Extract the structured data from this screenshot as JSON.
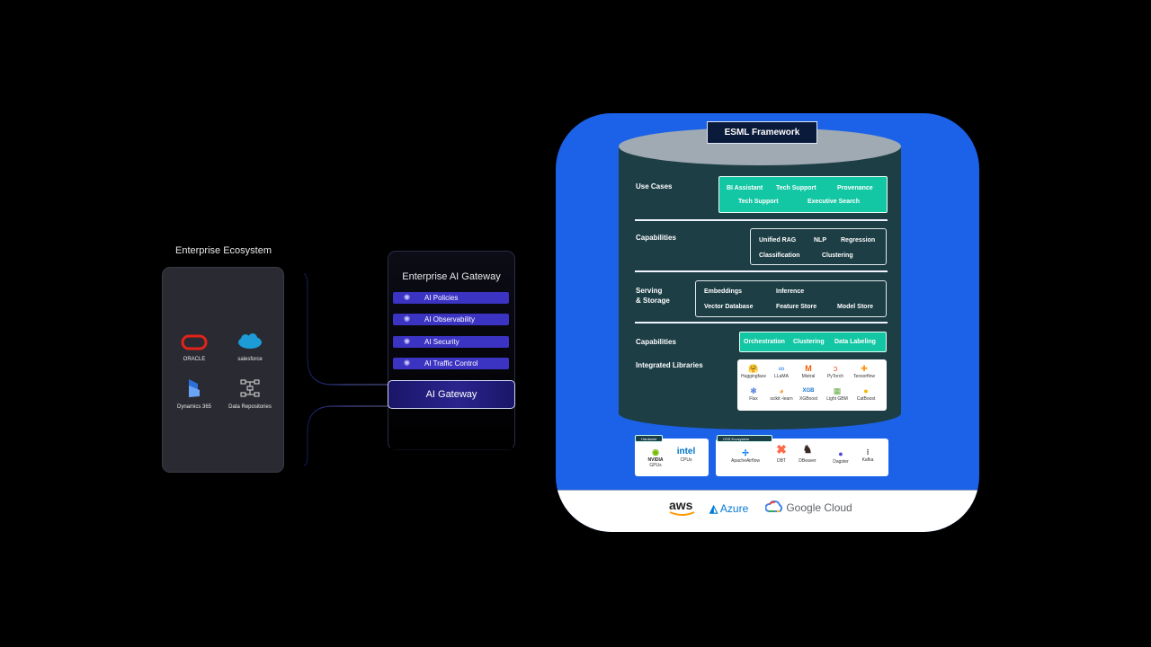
{
  "ecosystem": {
    "title": "Enterprise Ecosystem",
    "logos": [
      {
        "name": "ORACLE",
        "icon": "oracle-icon"
      },
      {
        "name": "salesforce",
        "icon": "salesforce-cloud-icon"
      },
      {
        "name": "Dynamics 365",
        "icon": "dynamics-icon"
      },
      {
        "name": "Data Repositories",
        "icon": "network-icon"
      }
    ]
  },
  "gateway": {
    "title": "Enterprise AI Gateway",
    "items": [
      "AI Policies",
      "AI Observability",
      "AI Security",
      "AI Traffic Control"
    ],
    "main_label": "AI Gateway"
  },
  "esml": {
    "title": "ESML Framework",
    "use_cases": {
      "label": "Use Cases",
      "items": [
        "BI Assistant",
        "Tech Support",
        "Provenance",
        "Tech Support",
        "Executive Search"
      ]
    },
    "capabilities_1": {
      "label": "Capabilities",
      "items": [
        "Unified RAG",
        "NLP",
        "Regression",
        "Classification",
        "Clustering"
      ]
    },
    "serving": {
      "label_line1": "Serving",
      "label_line2": "& Storage",
      "items": [
        "Embeddings",
        "Inference",
        "Vector Database",
        "Feature Store",
        "Model Store"
      ]
    },
    "capabilities_2": {
      "label": "Capabilities",
      "items": [
        "Orchestration",
        "Clustering",
        "Data Labeling"
      ]
    },
    "libraries": {
      "label": "Integrated Libraries",
      "items": [
        "Huggingface",
        "LLaMA",
        "Mistral",
        "PyTorch",
        "Tensorflow",
        "Flax",
        "scikit -learn",
        "XGBoost",
        "Light GBM",
        "CatBoost"
      ]
    },
    "hardware": {
      "tag": "Hardware",
      "items": [
        {
          "name": "GPUs",
          "brand": "NVIDIA"
        },
        {
          "name": "CPUs",
          "brand": "intel"
        }
      ]
    },
    "oss": {
      "tag": "OSS Ecosystem",
      "items": [
        "ApacheAirflow",
        "DBT",
        "DBeaver",
        "Dagster",
        "Kafka"
      ]
    },
    "clouds": [
      "aws",
      "Azure",
      "Google Cloud"
    ]
  },
  "colors": {
    "esml_blue": "#1c62e8",
    "teal": "#14c7a4",
    "gateway_purple": "#3b33c2",
    "cylinder": "#1d3e45"
  }
}
